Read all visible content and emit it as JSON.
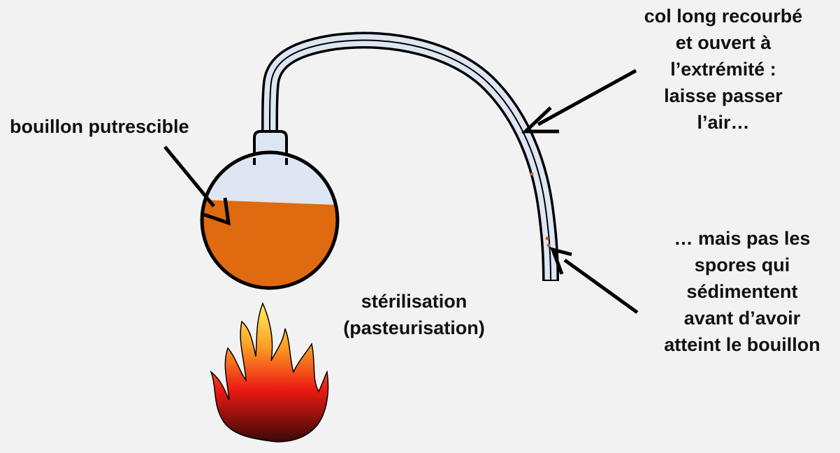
{
  "labels": {
    "broth": "bouillon putrescible",
    "neck": [
      "col long recourbé",
      "et ouvert à",
      "l’extrémité :",
      "laisse passer",
      "l’air…"
    ],
    "spores": [
      "… mais pas les",
      "spores qui",
      "sédimentent",
      "avant d’avoir",
      "atteint le bouillon"
    ],
    "sterilization": [
      "stérilisation",
      "(pasteurisation)"
    ]
  },
  "colors": {
    "background": "#f2f2f2",
    "broth": "#e06a10",
    "glass": "#dde6f2",
    "outline": "#000000",
    "spore_dots": "#c2611a",
    "flame_top": "#ffe44a",
    "flame_bottom": "#3a0808"
  }
}
